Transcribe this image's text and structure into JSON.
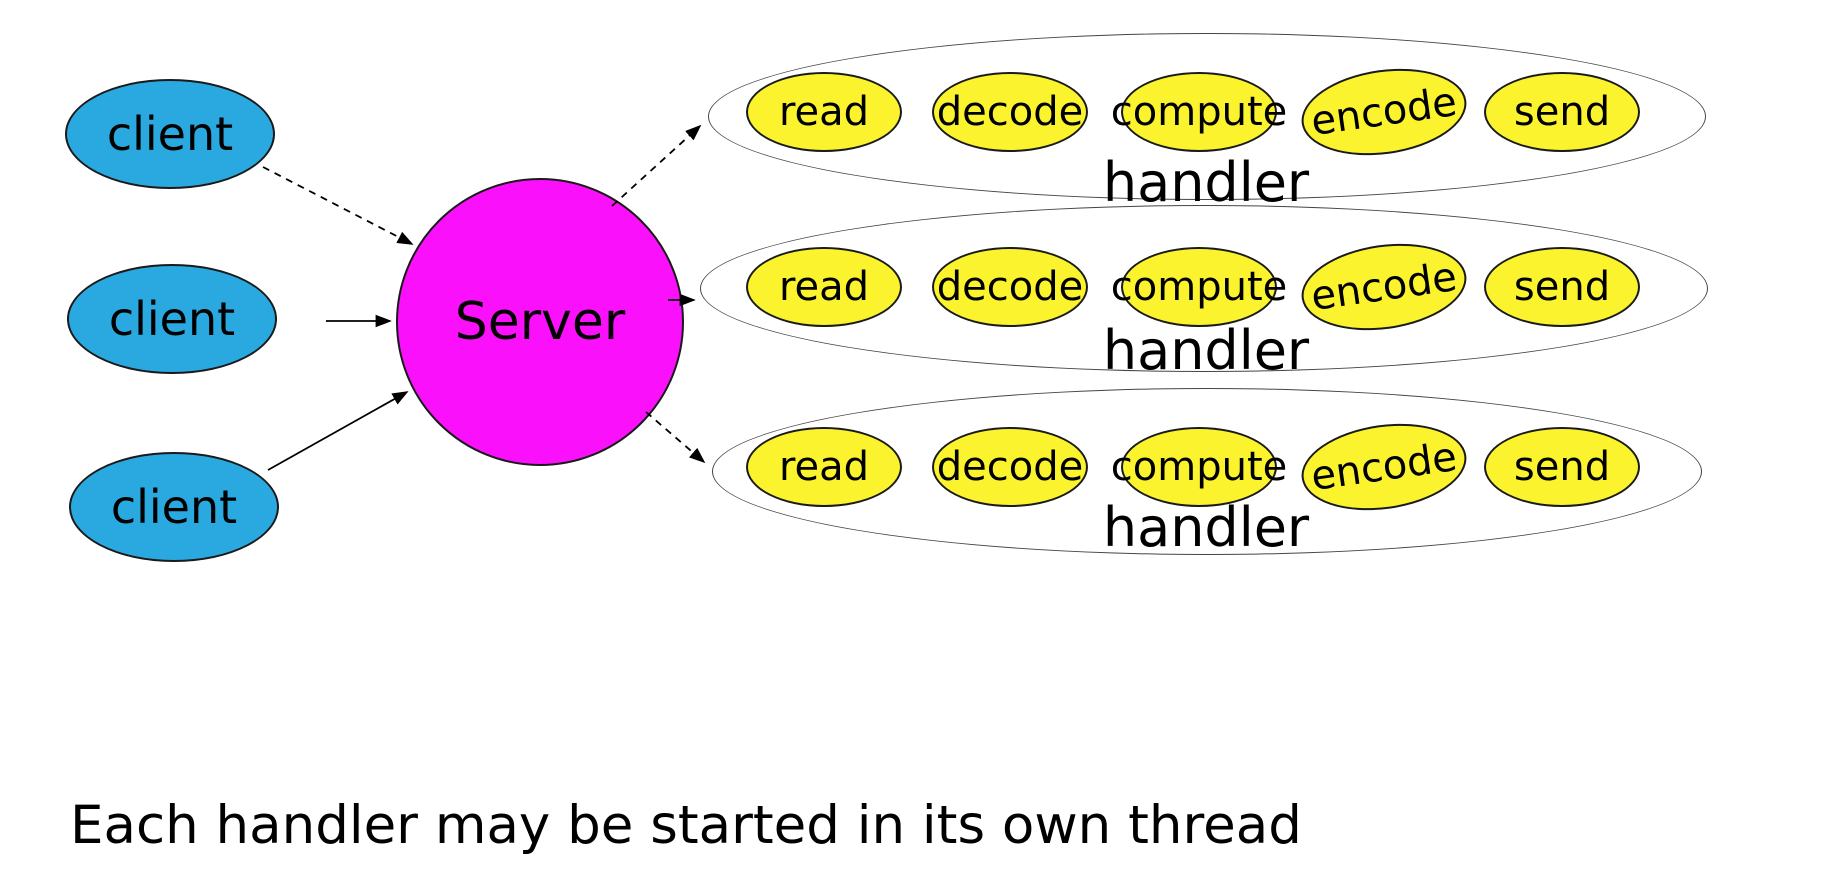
{
  "diagram": {
    "clients": [
      {
        "label": "client"
      },
      {
        "label": "client"
      },
      {
        "label": "client"
      }
    ],
    "server": {
      "label": "Server"
    },
    "handlers": {
      "rows": [
        {
          "label": "handler",
          "stages": [
            "read",
            "decode",
            "compute",
            "encode",
            "send"
          ]
        },
        {
          "label": "handler",
          "stages": [
            "read",
            "decode",
            "compute",
            "encode",
            "send"
          ]
        },
        {
          "label": "handler",
          "stages": [
            "read",
            "decode",
            "compute",
            "encode",
            "send"
          ]
        }
      ]
    },
    "caption": "Each handler may be started in its own thread",
    "colors": {
      "client_fill": "#2AA9E0",
      "server_fill": "#FB10FB",
      "stage_fill": "#FAF32E",
      "outline": "#1a1a1a"
    }
  }
}
